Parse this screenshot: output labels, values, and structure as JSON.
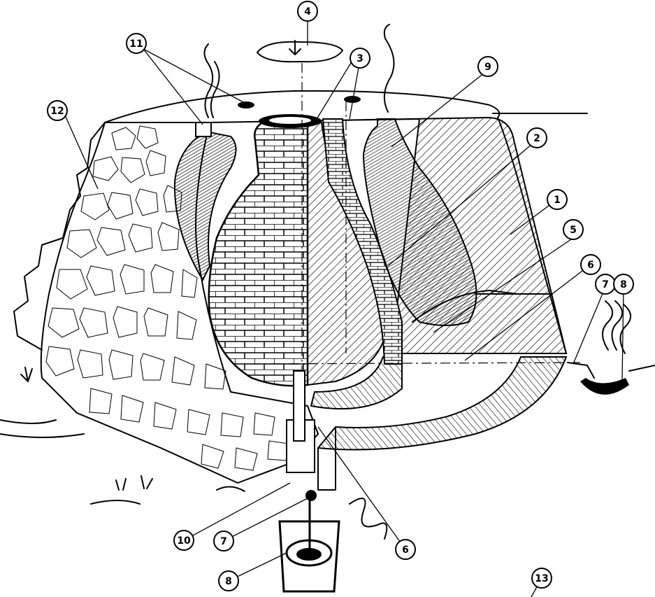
{
  "figure": {
    "labels": [
      {
        "id": "1",
        "text": "1"
      },
      {
        "id": "2",
        "text": "2"
      },
      {
        "id": "3",
        "text": "3"
      },
      {
        "id": "4",
        "text": "4"
      },
      {
        "id": "5",
        "text": "5"
      },
      {
        "id": "6a",
        "text": "6"
      },
      {
        "id": "6b",
        "text": "6"
      },
      {
        "id": "7a",
        "text": "7"
      },
      {
        "id": "7b",
        "text": "7"
      },
      {
        "id": "8a",
        "text": "8"
      },
      {
        "id": "8b",
        "text": "8"
      },
      {
        "id": "9",
        "text": "9"
      },
      {
        "id": "10",
        "text": "10"
      },
      {
        "id": "11",
        "text": "11"
      },
      {
        "id": "12",
        "text": "12"
      },
      {
        "id": "13",
        "text": "13"
      }
    ]
  }
}
